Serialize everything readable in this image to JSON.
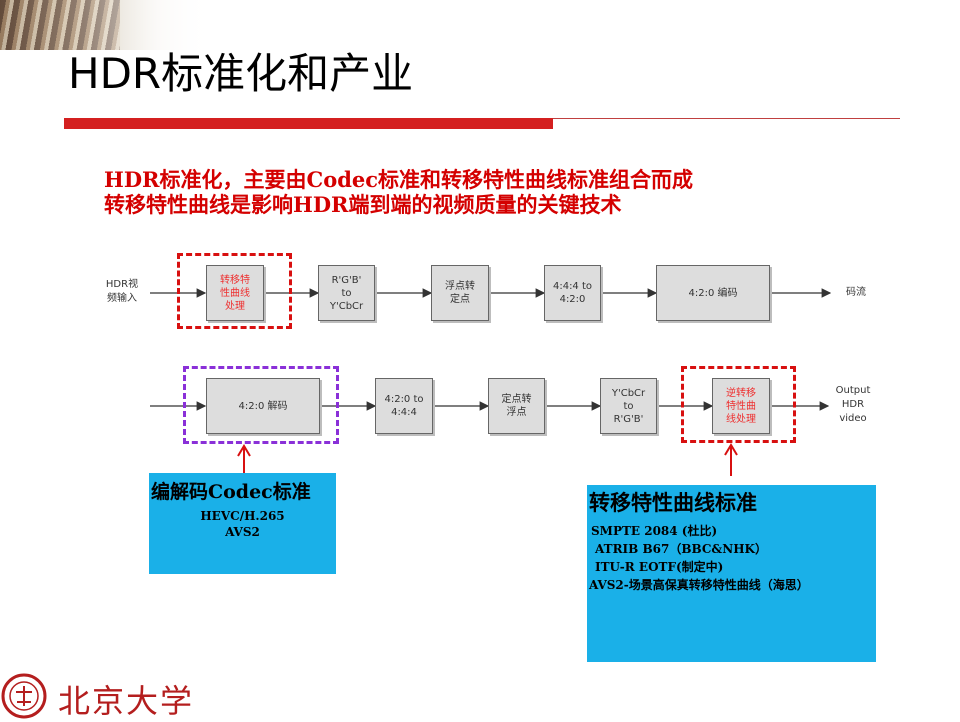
{
  "header": {
    "title": "HDR标准化和产业"
  },
  "bullets": [
    {
      "marker": "",
      "text": "HDR标准化，主要由Codec标准和转移特性曲线标准组合而成"
    },
    {
      "marker": "",
      "text": "转移特性曲线是影响HDR端到端的视频质量的关键技术"
    }
  ],
  "encode_chain": {
    "input_label_1": "HDR视",
    "input_label_2": "频输入",
    "stages": [
      {
        "l1": "转移特",
        "l2": "性曲线",
        "l3": "处理"
      },
      {
        "l1": "R'G'B'",
        "l2": "to",
        "l3": "Y'CbCr"
      },
      {
        "l1": "浮点转",
        "l2": "定点"
      },
      {
        "l1": "4:4:4 to",
        "l2": "4:2:0"
      },
      {
        "l1": "4:2:0 编码"
      }
    ],
    "output_label": "码流"
  },
  "decode_chain": {
    "stages": [
      {
        "l1": "4:2:0 解码"
      },
      {
        "l1": "4:2:0 to",
        "l2": "4:4:4"
      },
      {
        "l1": "定点转",
        "l2": "浮点"
      },
      {
        "l1": "Y'CbCr",
        "l2": "to",
        "l3": "R'G'B'"
      },
      {
        "l1": "逆转移",
        "l2": "特性曲",
        "l3": "线处理"
      }
    ],
    "output_label_1": "Output",
    "output_label_2": "HDR",
    "output_label_3": "video"
  },
  "codec_panel": {
    "heading": "编解码Codec标准",
    "lines": [
      "HEVC/H.265",
      "AVS2"
    ]
  },
  "transfer_panel": {
    "heading": "转移特性曲线标准",
    "lines": [
      "SMPTE 2084 (杜比)",
      "ATRIB B67（BBC&NHK）",
      "ITU-R EOTF(制定中)",
      "AVS2-场景高保真转移特性曲线（海思）"
    ]
  },
  "footer": {
    "logo_text": "北京大学"
  },
  "colors": {
    "accent_red": "#d42020",
    "panel_blue": "#1ab0e8",
    "dash_purple": "#8a30d8"
  }
}
